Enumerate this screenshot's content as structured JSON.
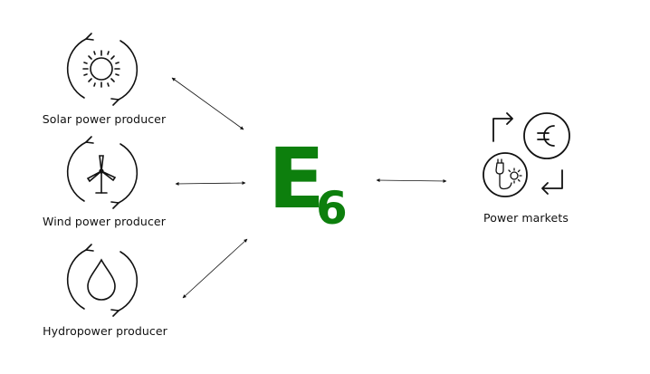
{
  "producers": {
    "solar": {
      "label": "Solar power producer",
      "icon": "sun-icon"
    },
    "wind": {
      "label": "Wind power producer",
      "icon": "wind-turbine-icon"
    },
    "hydro": {
      "label": "Hydropower producer",
      "icon": "water-drop-icon"
    }
  },
  "center": {
    "logo_letter": "E",
    "logo_digit": "6",
    "color": "#0d7f0d"
  },
  "markets": {
    "label": "Power markets",
    "icon": "power-market-icon"
  },
  "colors": {
    "stroke": "#111111",
    "text": "#111111",
    "logo": "#0d7f0d"
  }
}
